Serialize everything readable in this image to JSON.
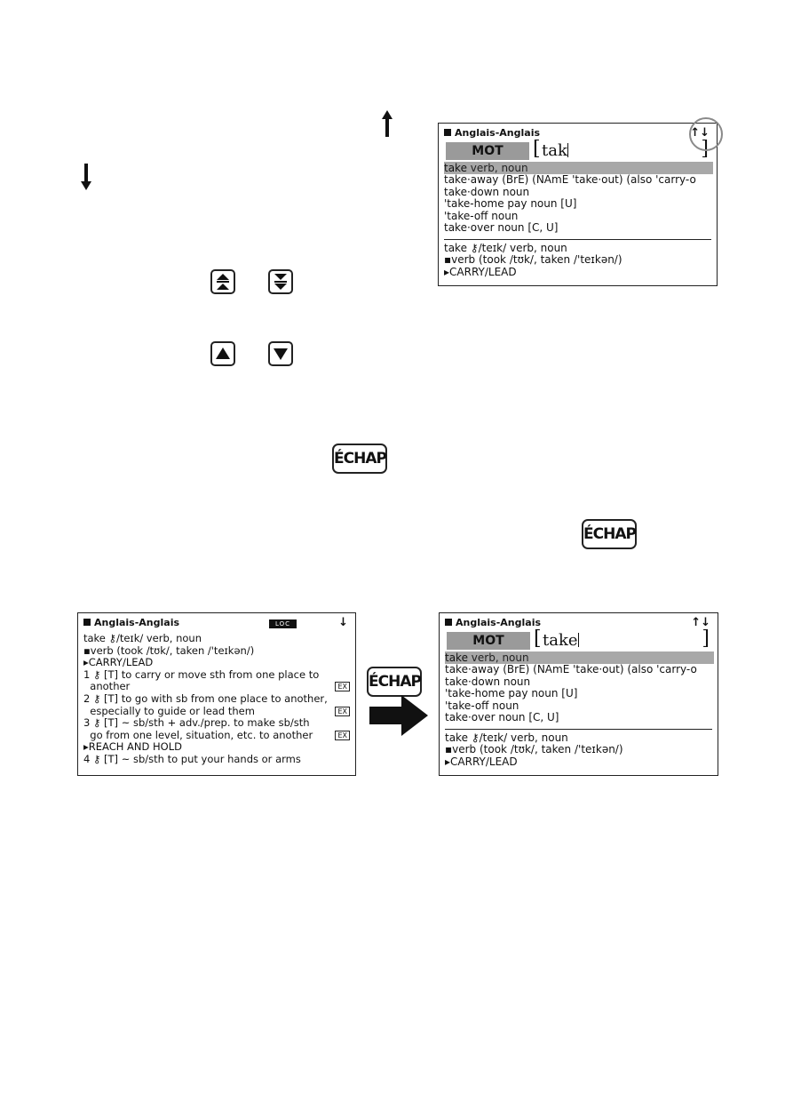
{
  "icons": {
    "arrow_up": "up-arrow-icon",
    "arrow_down": "down-arrow-icon",
    "page_up": "double-up-triangle-icon",
    "page_down": "double-down-triangle-icon",
    "line_up": "up-triangle-icon",
    "line_down": "down-triangle-icon",
    "right_arrow": "big-right-arrow-icon"
  },
  "keys": {
    "escape_label": "ÉCHAP"
  },
  "screen_top": {
    "title": "Anglais-Anglais",
    "updn": "↑↓",
    "mode_label": "MOT",
    "search_value": "tak",
    "list": [
      {
        "word": "take",
        "rest": " verb, noun",
        "selected": true
      },
      {
        "word": "take·away",
        "rest": " (BrE) (NAmE 'take·out) (also 'carry-o"
      },
      {
        "word": "take·down",
        "rest": " noun"
      },
      {
        "word": "'take-home pay",
        "rest": " noun [U]"
      },
      {
        "word": "'take-off",
        "rest": " noun"
      },
      {
        "word": "take·over",
        "rest": " noun [C, U]"
      }
    ],
    "preview": [
      "take ⚷/teɪk/ verb, noun",
      "▪verb (took /tʊk/, taken /'teɪkən/)",
      "▸CARRY/LEAD"
    ]
  },
  "screen_left": {
    "title": "Anglais-Anglais",
    "loc_label": "LOC",
    "down_icon": "↓",
    "lines": [
      "take ⚷/teɪk/ verb, noun",
      "▪verb (took /tʊk/, taken /'teɪkən/)",
      "▸CARRY/LEAD",
      "1 ⚷ [T] to carry or move sth from one place to",
      "  another",
      "2 ⚷ [T] to go with sb from one place to another,",
      "  especially to guide or lead them",
      "3 ⚷ [T] ~ sb/sth + adv./prep. to make sb/sth",
      "  go from one level, situation, etc. to another",
      "▸REACH AND HOLD",
      "4 ⚷ [T] ~ sb/sth to put your hands or arms"
    ],
    "ex_label": "EX"
  },
  "screen_right": {
    "title": "Anglais-Anglais",
    "updn": "↑↓",
    "mode_label": "MOT",
    "search_value": "take",
    "list": [
      {
        "word": "take",
        "rest": " verb, noun",
        "selected": true
      },
      {
        "word": "take·away",
        "rest": " (BrE) (NAmE 'take·out) (also 'carry-o"
      },
      {
        "word": "take·down",
        "rest": " noun"
      },
      {
        "word": "'take-home pay",
        "rest": " noun [U]"
      },
      {
        "word": "'take-off",
        "rest": " noun"
      },
      {
        "word": "take·over",
        "rest": " noun [C, U]"
      }
    ],
    "preview": [
      "take ⚷/teɪk/ verb, noun",
      "▪verb (took /tʊk/, taken /'teɪkən/)",
      "▸CARRY/LEAD"
    ]
  }
}
